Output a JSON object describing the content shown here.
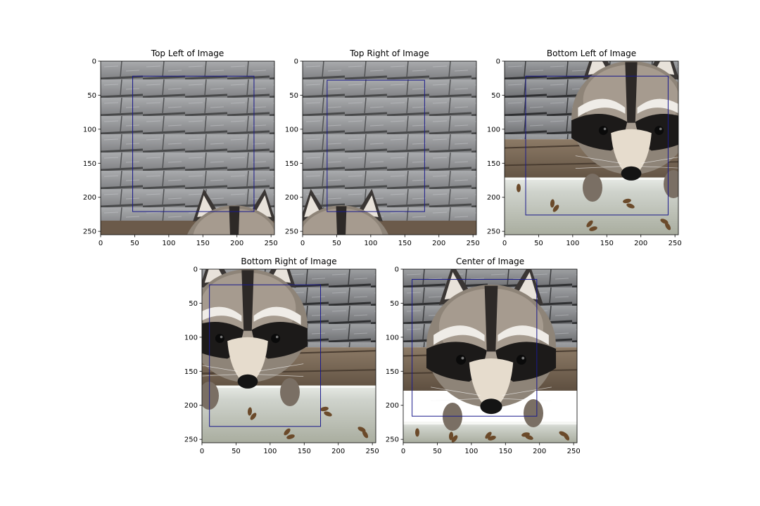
{
  "figure": {
    "background": "#ffffff",
    "axis_color": "#000000",
    "box_color": "#1a1a8c"
  },
  "chart_data": [
    {
      "type": "image",
      "title": "Top Left of Image",
      "scene": "raccoon peeking over shingled roof edge",
      "xlim": [
        0,
        255
      ],
      "ylim": [
        255,
        0
      ],
      "xticks": [
        0,
        50,
        100,
        150,
        200,
        250
      ],
      "yticks": [
        0,
        50,
        100,
        150,
        200,
        250
      ],
      "box": {
        "x0": 47,
        "y0": 22,
        "x1": 225,
        "y1": 221
      }
    },
    {
      "type": "image",
      "title": "Top Right of Image",
      "scene": "raccoon peeking over shingled roof edge",
      "xlim": [
        0,
        255
      ],
      "ylim": [
        255,
        0
      ],
      "xticks": [
        0,
        50,
        100,
        150,
        200,
        250
      ],
      "yticks": [
        0,
        50,
        100,
        150,
        200,
        250
      ],
      "box": {
        "x0": 36,
        "y0": 28,
        "x1": 179,
        "y1": 221
      }
    },
    {
      "type": "image",
      "title": "Bottom Left of Image",
      "scene": "raccoon face close-up above gutter",
      "xlim": [
        0,
        255
      ],
      "ylim": [
        255,
        0
      ],
      "xticks": [
        0,
        50,
        100,
        150,
        200,
        250
      ],
      "yticks": [
        0,
        50,
        100,
        150,
        200,
        250
      ],
      "box": {
        "x0": 31,
        "y0": 22,
        "x1": 240,
        "y1": 226
      }
    },
    {
      "type": "image",
      "title": "Bottom Right of Image",
      "scene": "raccoon face close-up above gutter",
      "xlim": [
        0,
        255
      ],
      "ylim": [
        255,
        0
      ],
      "xticks": [
        0,
        50,
        100,
        150,
        200,
        250
      ],
      "yticks": [
        0,
        50,
        100,
        150,
        200,
        250
      ],
      "box": {
        "x0": 11,
        "y0": 23,
        "x1": 174,
        "y1": 231
      }
    },
    {
      "type": "image",
      "title": "Center of Image",
      "scene": "raccoon face centered above gutter",
      "xlim": [
        0,
        255
      ],
      "ylim": [
        255,
        0
      ],
      "xticks": [
        0,
        50,
        100,
        150,
        200,
        250
      ],
      "yticks": [
        0,
        50,
        100,
        150,
        200,
        250
      ],
      "box": {
        "x0": 13,
        "y0": 15,
        "x1": 196,
        "y1": 216
      }
    }
  ]
}
